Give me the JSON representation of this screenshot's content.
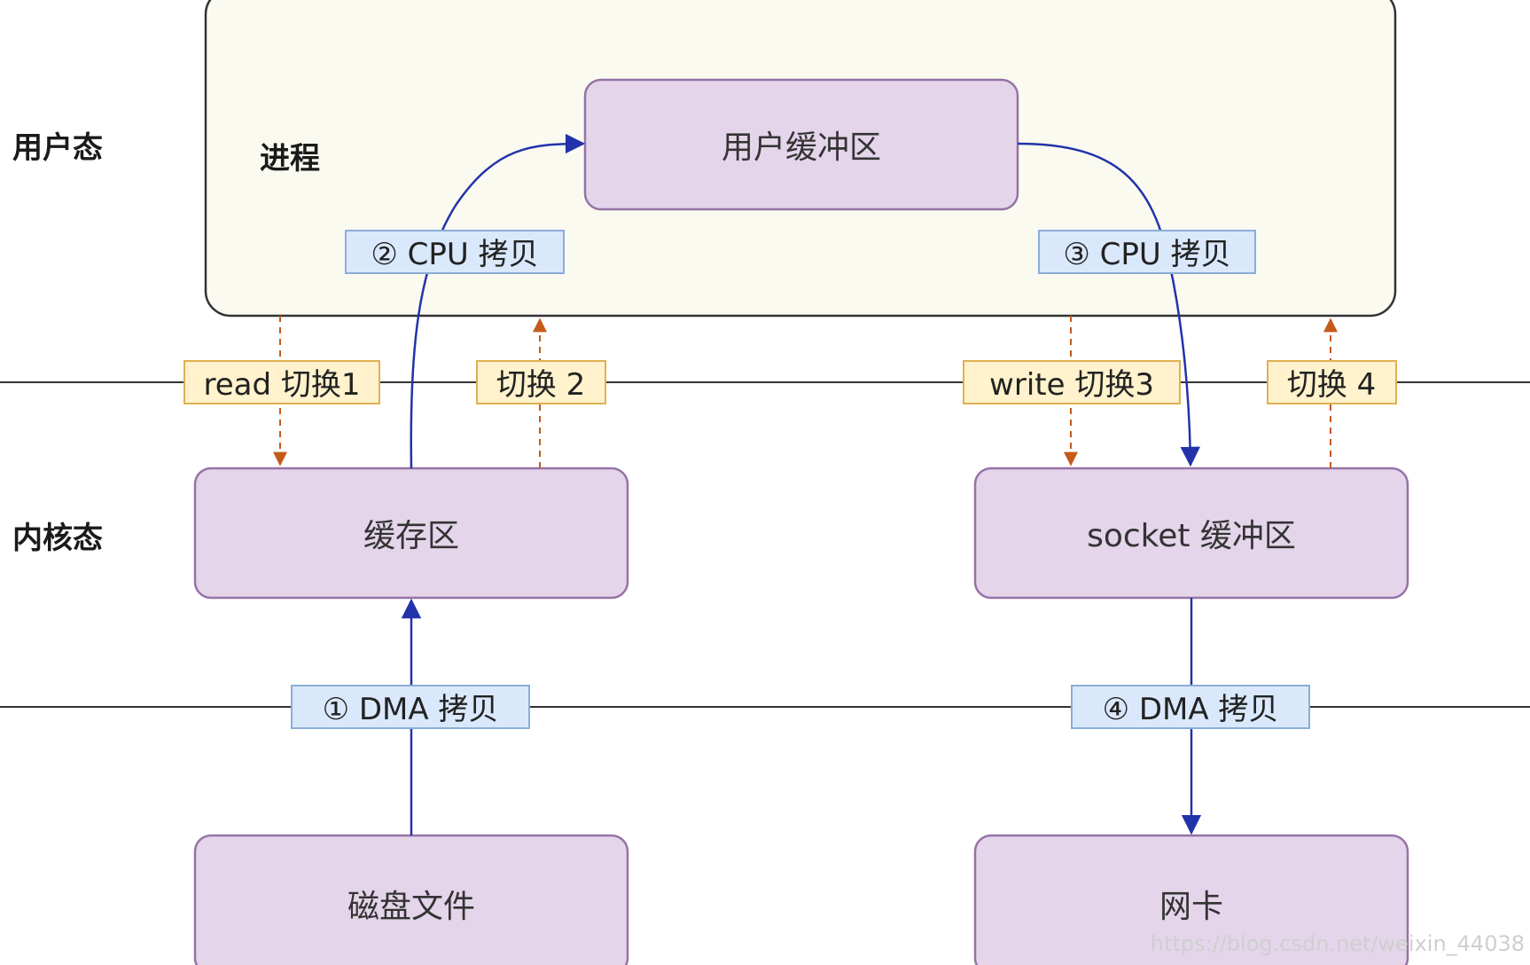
{
  "regions": {
    "user_mode": "用户态",
    "kernel_mode": "内核态",
    "process": "进程"
  },
  "boxes": {
    "user_buffer": "用户缓冲区",
    "page_cache": "缓存区",
    "socket_buffer": "socket 缓冲区",
    "disk_file": "磁盘文件",
    "nic": "网卡"
  },
  "copies": {
    "dma_1": "① DMA 拷贝",
    "cpu_2": "② CPU 拷贝",
    "cpu_3": "③ CPU 拷贝",
    "dma_4": "④ DMA 拷贝"
  },
  "switches": {
    "read_1": "read 切换1",
    "switch_2": "切换 2",
    "write_3": "write 切换3",
    "switch_4": "切换 4"
  },
  "watermark": "https://blog.csdn.net/weixin_44038",
  "colors": {
    "process_fill": "#fbfaf1",
    "box_fill": "#e4d5ea",
    "box_stroke": "#9673a6",
    "copy_tag_fill": "#dae8fc",
    "copy_tag_stroke": "#8aaed6",
    "switch_tag_fill": "#fff2cc",
    "switch_tag_stroke": "#e0b050",
    "data_arrow": "#2233aa",
    "switch_arrow": "#c55a1a",
    "boundary_line": "#333333"
  }
}
